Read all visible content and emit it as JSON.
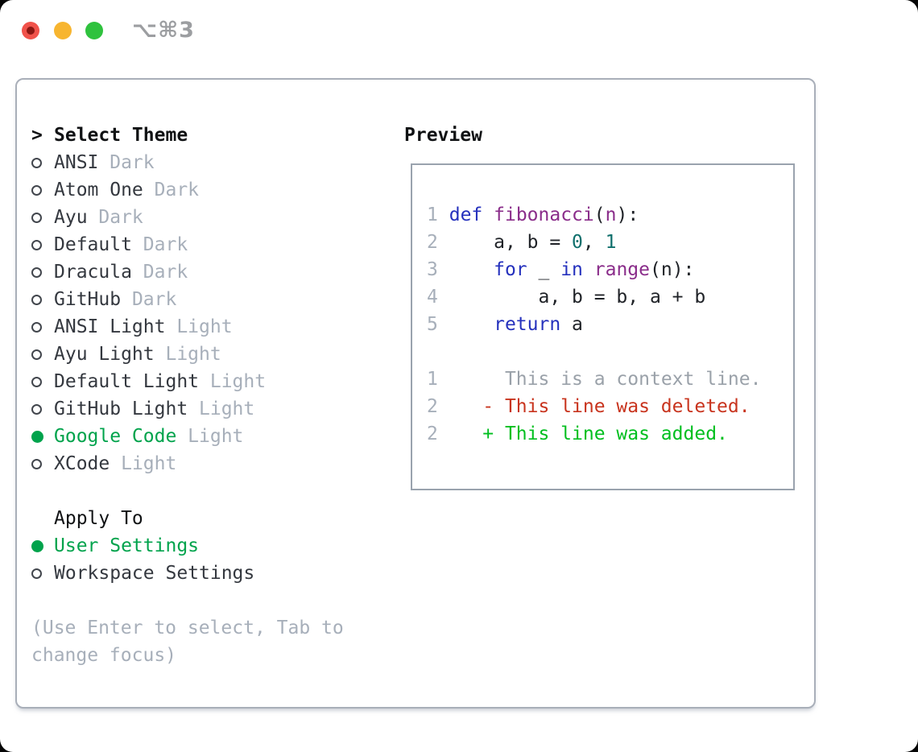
{
  "window": {
    "title": "⌥⌘3"
  },
  "titlebar_buttons": [
    {
      "name": "close",
      "color_key": "tl_red"
    },
    {
      "name": "minimize",
      "color_key": "tl_yellow"
    },
    {
      "name": "zoom",
      "color_key": "tl_green"
    }
  ],
  "theme_picker": {
    "prompt": ">",
    "header": "Select Theme",
    "items": [
      {
        "label": "ANSI",
        "variant": "Dark",
        "selected": false
      },
      {
        "label": "Atom One",
        "variant": "Dark",
        "selected": false
      },
      {
        "label": "Ayu",
        "variant": "Dark",
        "selected": false
      },
      {
        "label": "Default",
        "variant": "Dark",
        "selected": false
      },
      {
        "label": "Dracula",
        "variant": "Dark",
        "selected": false
      },
      {
        "label": "GitHub",
        "variant": "Dark",
        "selected": false
      },
      {
        "label": "ANSI Light",
        "variant": "Light",
        "selected": false
      },
      {
        "label": "Ayu Light",
        "variant": "Light",
        "selected": false
      },
      {
        "label": "Default Light",
        "variant": "Light",
        "selected": false
      },
      {
        "label": "GitHub Light",
        "variant": "Light",
        "selected": false
      },
      {
        "label": "Google Code",
        "variant": "Light",
        "selected": true
      },
      {
        "label": "XCode",
        "variant": "Light",
        "selected": false
      }
    ]
  },
  "apply_to": {
    "header": "Apply To",
    "options": [
      {
        "label": "User Settings",
        "selected": true
      },
      {
        "label": "Workspace Settings",
        "selected": false
      }
    ]
  },
  "help_text": [
    "(Use Enter to select, Tab to",
    "change focus)"
  ],
  "preview": {
    "header": "Preview",
    "code_lines": [
      {
        "num": "1",
        "segments": [
          {
            "t": "1",
            "c": "num"
          },
          {
            "t": " ",
            "c": "pln"
          },
          {
            "t": "def",
            "c": "kwd"
          },
          {
            "t": " ",
            "c": "pln"
          },
          {
            "t": "fibonacci",
            "c": "typ"
          },
          {
            "t": "(",
            "c": "pln"
          },
          {
            "t": "n",
            "c": "typ"
          },
          {
            "t": "):",
            "c": "pln"
          }
        ]
      },
      {
        "num": "2",
        "segments": [
          {
            "t": "2",
            "c": "num"
          },
          {
            "t": "     a, b = ",
            "c": "pln"
          },
          {
            "t": "0",
            "c": "lit"
          },
          {
            "t": ", ",
            "c": "pln"
          },
          {
            "t": "1",
            "c": "lit"
          }
        ]
      },
      {
        "num": "3",
        "segments": [
          {
            "t": "3",
            "c": "num"
          },
          {
            "t": "     ",
            "c": "pln"
          },
          {
            "t": "for",
            "c": "kwd"
          },
          {
            "t": " _ ",
            "c": "pln"
          },
          {
            "t": "in",
            "c": "kwd"
          },
          {
            "t": " ",
            "c": "pln"
          },
          {
            "t": "range",
            "c": "typ"
          },
          {
            "t": "(n):",
            "c": "pln"
          }
        ]
      },
      {
        "num": "4",
        "segments": [
          {
            "t": "4",
            "c": "num"
          },
          {
            "t": "         a, b = b, a + b",
            "c": "pln"
          }
        ]
      },
      {
        "num": "5",
        "segments": [
          {
            "t": "5",
            "c": "num"
          },
          {
            "t": "     ",
            "c": "pln"
          },
          {
            "t": "return",
            "c": "kwd"
          },
          {
            "t": " a",
            "c": "pln"
          }
        ]
      }
    ],
    "diff_lines": [
      {
        "num": "1",
        "kind": "context",
        "segments": [
          {
            "t": "1",
            "c": "num"
          },
          {
            "t": "      ",
            "c": "pln"
          },
          {
            "t": "This is a context line.",
            "c": "ctx"
          }
        ]
      },
      {
        "num": "2",
        "kind": "deleted",
        "segments": [
          {
            "t": "2",
            "c": "num"
          },
          {
            "t": "    ",
            "c": "pln"
          },
          {
            "t": "- This line was deleted.",
            "c": "del"
          }
        ]
      },
      {
        "num": "2",
        "kind": "added",
        "segments": [
          {
            "t": "2",
            "c": "num"
          },
          {
            "t": "    ",
            "c": "pln"
          },
          {
            "t": "+ This line was added.",
            "c": "add"
          }
        ]
      }
    ]
  },
  "colors": {
    "text": "#34383f",
    "heading": "#101214",
    "muted": "#a7afba",
    "line_number": "#a7afba",
    "green_accent": "#00a34c",
    "diff_added": "#00bf1f",
    "diff_deleted": "#c8341e",
    "diff_context": "#9aa1a9",
    "code_keyword": "#2531bd",
    "code_type": "#8a2d8a",
    "code_literal": "#0f6f6c",
    "code_plain": "#1f2227",
    "panel_border": "#a9afb9",
    "preview_border": "#9aa3ae",
    "tl_red": "#f0524a",
    "tl_red_dot": "#8b1712",
    "tl_yellow": "#f7b530",
    "tl_green": "#2fc23e",
    "title": "#9c9ea1"
  }
}
